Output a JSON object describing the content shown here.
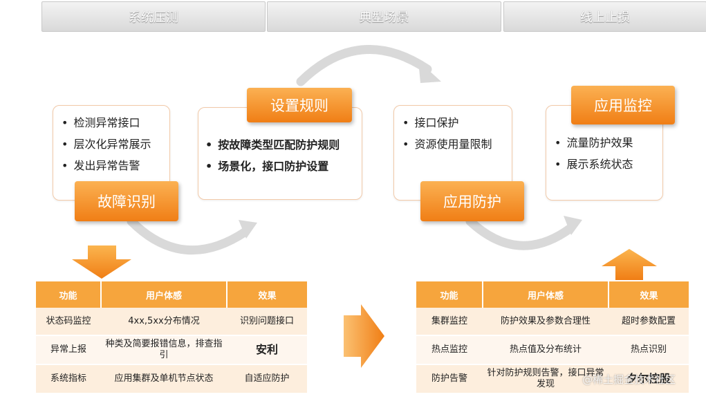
{
  "tabs": [
    "系统压测",
    "典型场景",
    "线上止损"
  ],
  "stages": [
    {
      "tag": "故障识别",
      "items": [
        "检测异常接口",
        "层次化异常展示",
        "发出异常告警"
      ]
    },
    {
      "tag": "设置规则",
      "items": [
        "按故障类型匹配防护规则",
        "场景化，接口防护设置"
      ]
    },
    {
      "tag": "应用防护",
      "items": [
        "接口保护",
        "资源使用量限制"
      ]
    },
    {
      "tag": "应用监控",
      "items": [
        "流量防护效果",
        "展示系统状态"
      ]
    }
  ],
  "left_table": {
    "headers": [
      "功能",
      "用户体感",
      "效果"
    ],
    "rows": [
      [
        "状态码监控",
        "4xx,5xx分布情况",
        "识别问题接口"
      ],
      [
        "异常上报",
        "种类及简要报错信息，排查指引",
        "安利"
      ],
      [
        "系统指标",
        "应用集群及单机节点状态",
        "自适应防护"
      ]
    ]
  },
  "right_table": {
    "headers": [
      "功能",
      "用户体感",
      "效果"
    ],
    "rows": [
      [
        "集群监控",
        "防护效果及参数合理性",
        "超时参数配置"
      ],
      [
        "热点监控",
        "热点值及分布统计",
        "热点识别"
      ],
      [
        "防护告警",
        "针对防护规则告警，接口异常发现",
        "夕尔控股"
      ]
    ]
  },
  "watermark": "@稀土掘金技术社区",
  "colors": {
    "accent": "#f28a1f",
    "tab_gray": "#d9d9d9",
    "arc_gray": "#d7d7d7"
  }
}
